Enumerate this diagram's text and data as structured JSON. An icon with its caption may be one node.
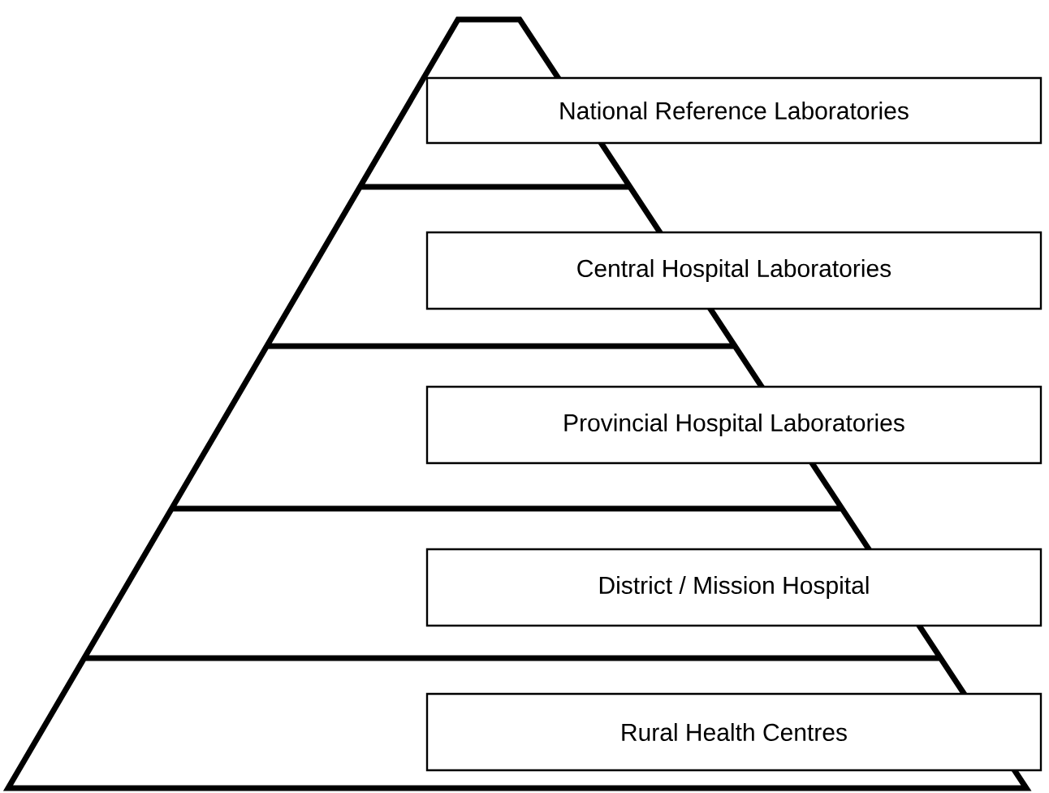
{
  "diagram": {
    "nodes": [
      {
        "text": [
          "National Reference Laboratories"
        ]
      },
      {
        "text": [
          "Central Hospital Laboratories"
        ]
      },
      {
        "text": [
          "Provincial Hospital Laboratories"
        ]
      },
      {
        "text": [
          "District / Mission Hospital"
        ]
      },
      {
        "text": [
          "Rural Health Centres"
        ]
      }
    ]
  }
}
